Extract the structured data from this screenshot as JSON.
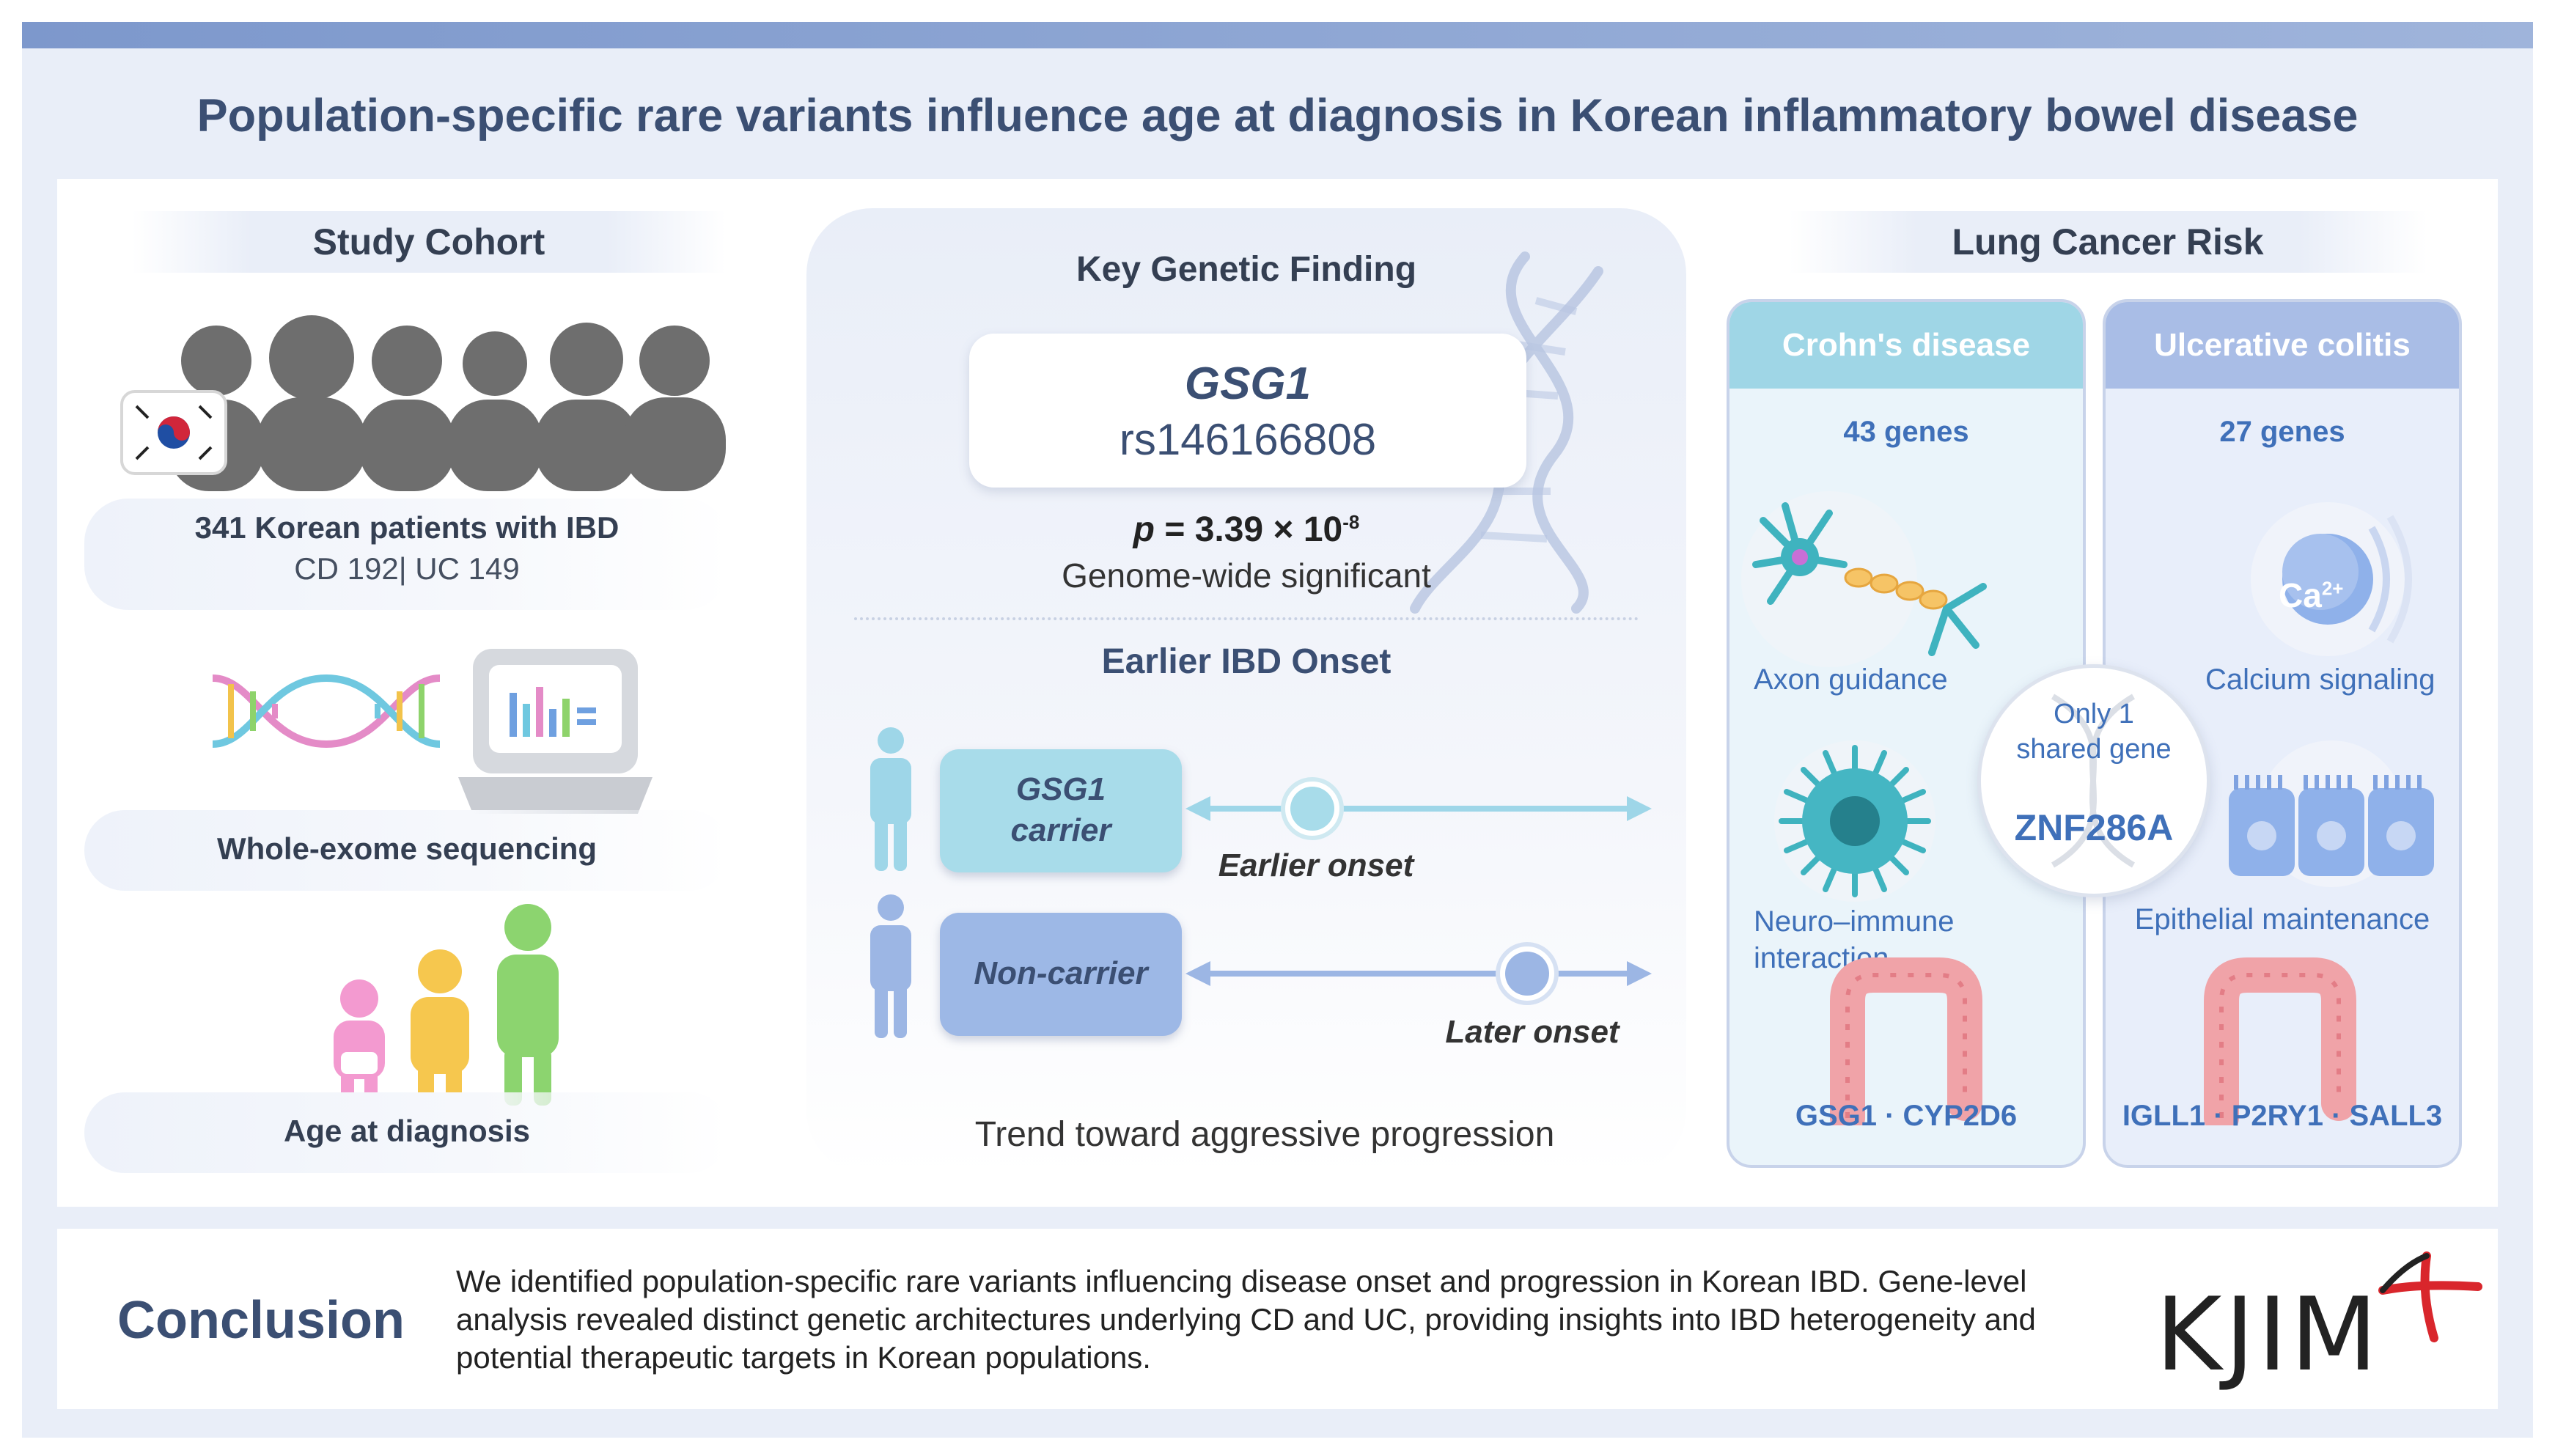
{
  "title": "Population-specific rare variants influence age at diagnosis in Korean inflammatory bowel disease",
  "cohort": {
    "header": "Study Cohort",
    "patients_line": "341 Korean patients with IBD",
    "split_line": "CD 192| UC 149",
    "sequencing_label": "Whole-exome sequencing",
    "age_label": "Age at diagnosis"
  },
  "finding": {
    "header": "Key Genetic Finding",
    "gene": "GSG1",
    "variant": "rs146166808",
    "p_prefix": "p",
    "p_value": " = 3.39 × 10",
    "p_exponent": "-8",
    "significance": "Genome-wide significant",
    "onset_header": "Earlier IBD Onset",
    "carrier_label": "GSG1",
    "carrier_sub": "carrier",
    "noncarrier_label": "Non-carrier",
    "earlier_label": "Earlier onset",
    "later_label": "Later onset",
    "trend": "Trend toward aggressive progression"
  },
  "risk": {
    "header": "Lung Cancer Risk",
    "cd": {
      "header": "Crohn's disease",
      "count": "43 genes",
      "pathway1": "Axon guidance",
      "pathway2_line1": "Neuro–immune",
      "pathway2_line2": "interaction",
      "genes": "GSG1 · CYP2D6"
    },
    "uc": {
      "header": "Ulcerative colitis",
      "count": "27 genes",
      "ca_label": "Ca",
      "ca_sup": "2+",
      "pathway1": "Calcium signaling",
      "pathway2": "Epithelial maintenance",
      "genes": "IGLL1 · P2RY1 · SALL3"
    },
    "shared": {
      "line1": "Only 1",
      "line2": "shared gene",
      "gene": "ZNF286A"
    }
  },
  "conclusion": {
    "heading": "Conclusion",
    "line1": "We identified population-specific rare variants influencing disease onset and progression in Korean IBD. Gene-level",
    "line2": "analysis revealed distinct genetic architectures underlying CD and UC, providing insights into IBD heterogeneity and",
    "line3": "potential therapeutic targets in Korean populations.",
    "logo": "KJIM"
  },
  "colors": {
    "navy_text": "#3b4f73",
    "accent_blue": "#3f70b9",
    "cd_header": "#9fd6e6",
    "uc_header": "#a9bde6",
    "carrier_fill": "#a8dcea",
    "noncarrier_fill": "#9db8e6",
    "logo_red": "#d9262c"
  }
}
